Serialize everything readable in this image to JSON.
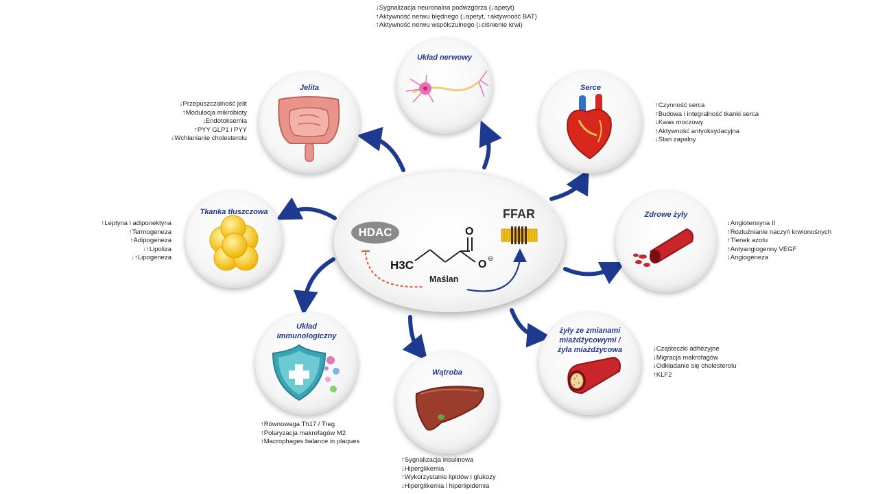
{
  "center": {
    "hdac": "HDAC",
    "ffar": "FFAR",
    "molecule_name": "Maślan",
    "formula_left_h3c": "H3C",
    "formula_o_top": "O",
    "formula_o_right": "O",
    "charge": "⊖"
  },
  "colors": {
    "arrow": "#1e3a8f",
    "title": "#23388f",
    "inhibit": "#e0592a"
  },
  "nodes": {
    "nervous": {
      "title": "Układ nerwowy",
      "icon": "neuron-icon",
      "effects": [
        "↓Sygnalizacja neuronalna podwzgórza  (↓apetyt)",
        "↑Aktywność nerwu błędnego (↓apetyt, ↑aktywność BAT)",
        "↑Aktywność nerwu współczulnego (↓ciśnienie krwi)"
      ]
    },
    "gut": {
      "title": "Jelita",
      "icon": "intestine-icon",
      "effects": [
        "↓Przepuszczalność jelit",
        "↑Modulacja mikrobioty",
        "↓Endotoksemia",
        "↑PYY GLP1 i PYY",
        "↓Wchłanianie cholesterolu"
      ]
    },
    "heart": {
      "title": "Serce",
      "icon": "heart-icon",
      "effects": [
        "↑Czynność serca",
        "↑Budowa i integralność tkanki serca",
        "↓Kwas moczowy",
        "↑Aktywność antyoksydacyjna",
        "↓Stan zapalny"
      ]
    },
    "adipose": {
      "title": "Tkanka tłuszczowa",
      "icon": "fat-cells-icon",
      "effects": [
        {
          "red": "",
          "text": "↑Leptyna i adiponektyna"
        },
        {
          "red": "",
          "text": "↑Termogeneza"
        },
        {
          "red": "",
          "text": "↑Adipogeneza"
        },
        {
          "red": "↓",
          "text": "↑Lipoliza"
        },
        {
          "red": "↓",
          "text": "↑Lipogeneza"
        }
      ]
    },
    "healthy_veins": {
      "title": "Zdrowe żyły",
      "icon": "blood-vessel-icon",
      "effects": [
        "↓Angiotensyna II",
        "↑Rozluźnianie naczyń krwionośnych",
        "↑Tlenek azotu",
        "↑Antyangiogenny VEGF",
        "↓Angiogeneza"
      ]
    },
    "immune": {
      "title_line1": "Układ",
      "title_line2": "immunologiczny",
      "icon": "shield-icon",
      "effects": [
        "↑Równowaga Th17 / Treg",
        "↑Polaryzacja makrofagów M2",
        "↑Macrophages balance in plaques"
      ]
    },
    "liver": {
      "title": "Wątroba",
      "icon": "liver-icon",
      "effects": [
        "↑Sygnalizacja insulinowa",
        "↓Hiperglikemia",
        "↑Wykorzystanie lipidów i glukozy",
        "↓Hiperglikemia i hiperlipidemia"
      ]
    },
    "athero": {
      "title_line1": "żyły ze zmianami",
      "title_line2": "miażdżycowymi /",
      "title_line3": "żyła miażdżycowa",
      "icon": "plaque-vessel-icon",
      "effects": [
        "↓Cząsteczki adhezyjne",
        "↓Migracja makrofagów",
        "↓Odkładanie się cholesterolu",
        "↑KLF2"
      ]
    }
  }
}
